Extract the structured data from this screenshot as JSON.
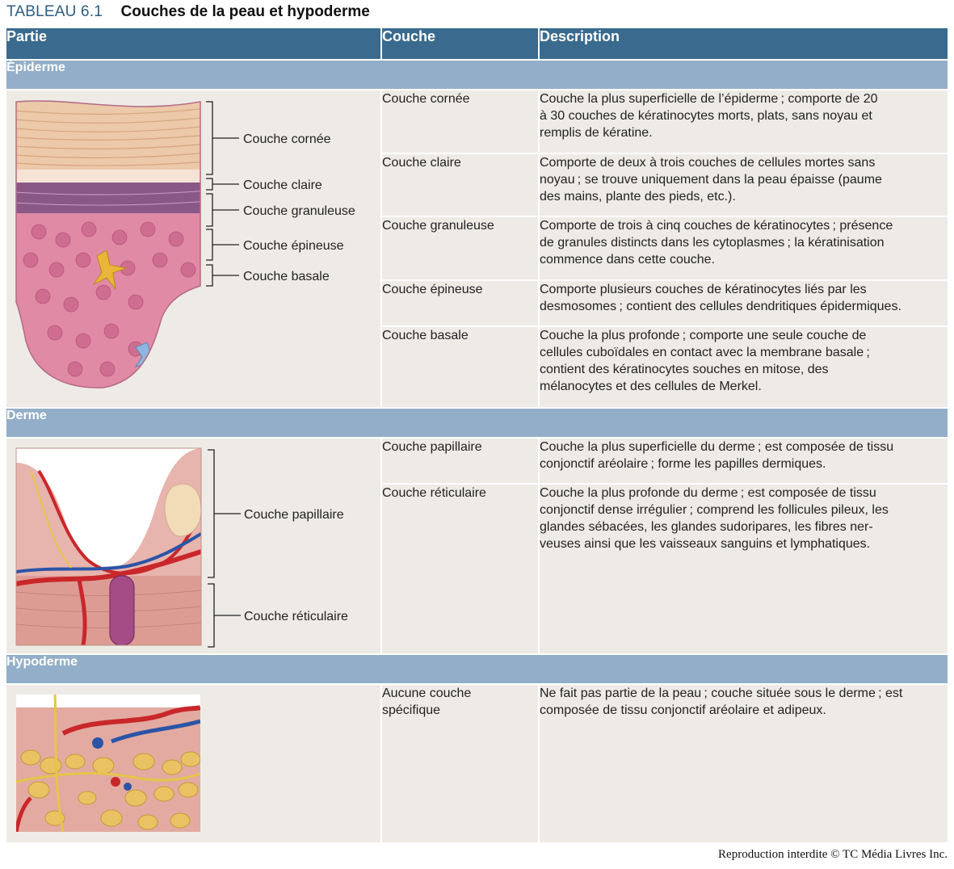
{
  "table_number": "TABLEAU 6.1",
  "table_title": "Couches de la peau et hypoderme",
  "headers": {
    "partie": "Partie",
    "couche": "Couche",
    "description": "Description"
  },
  "sections": {
    "epiderme": {
      "name": "Épiderme",
      "labels": [
        "Couche cornée",
        "Couche claire",
        "Couche granuleuse",
        "Couche épineuse",
        "Couche basale"
      ],
      "rows": [
        {
          "couche": "Couche cornée",
          "lines": [
            "Couche la plus superficielle de l’épiderme ; comporte de 20",
            "à 30 couches de kératinocytes morts, plats, sans noyau et",
            "remplis de kératine."
          ]
        },
        {
          "couche": "Couche claire",
          "lines": [
            "Comporte de deux à trois couches de cellules mortes sans",
            "noyau ; se trouve uniquement dans la peau épaisse (paume",
            "des mains, plante des pieds, etc.)."
          ]
        },
        {
          "couche": "Couche granuleuse",
          "lines": [
            "Comporte de trois à cinq couches de kératinocytes ; présence",
            "de granules distincts dans les cytoplasmes ; la kératinisation",
            "commence dans cette couche."
          ]
        },
        {
          "couche": "Couche épineuse",
          "lines": [
            "Comporte plusieurs couches de kératinocytes liés par les",
            "desmosomes ; contient des cellules dendritiques épidermiques."
          ]
        },
        {
          "couche": "Couche basale",
          "lines": [
            "Couche la plus profonde ; comporte une seule couche de",
            "cellules cuboïdales en contact avec la membrane basale ;",
            "contient des kératinocytes souches en mitose, des",
            "mélanocytes et des cellules de Merkel."
          ]
        }
      ]
    },
    "derme": {
      "name": "Derme",
      "labels": [
        "Couche papillaire",
        "Couche réticulaire"
      ],
      "rows": [
        {
          "couche": "Couche papillaire",
          "lines": [
            "Couche la plus superficielle du derme ; est composée de tissu",
            "conjonctif aréolaire ; forme les papilles dermiques."
          ]
        },
        {
          "couche": "Couche réticulaire",
          "lines": [
            "Couche la plus profonde du derme ; est composée de tissu",
            "conjonctif dense irrégulier ; comprend les follicules pileux, les",
            "glandes sébacées, les glandes sudoripares, les fibres ner-",
            "veuses ainsi que les vaisseaux sanguins et lymphatiques."
          ]
        }
      ]
    },
    "hypoderme": {
      "name": "Hypoderme",
      "rows": [
        {
          "couche_lines": [
            "Aucune couche",
            "spécifique"
          ],
          "lines": [
            "Ne fait pas partie de la peau ; couche située sous le derme ; est",
            "composée de tissu conjonctif aréolaire et adipeux."
          ]
        }
      ]
    }
  },
  "footer": "Reproduction interdite © TC Média Livres Inc."
}
